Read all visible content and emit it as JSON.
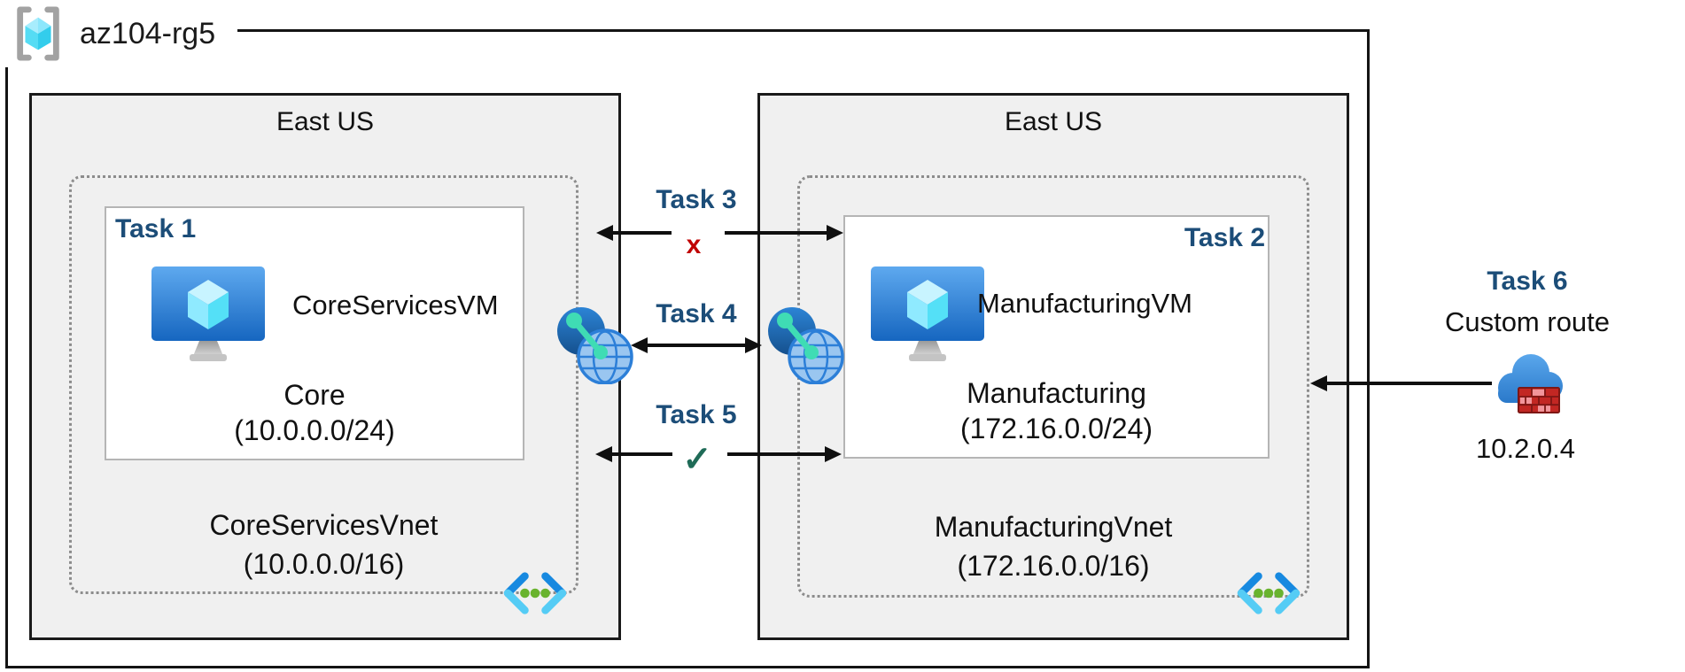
{
  "resource_group": {
    "label": "az104-rg5"
  },
  "regions": {
    "left": {
      "name": "East US",
      "vnet": {
        "name": "CoreServicesVnet",
        "cidr": "(10.0.0.0/16)"
      },
      "subnet": {
        "task": "Task 1",
        "vm": "CoreServicesVM",
        "name": "Core",
        "cidr": "(10.0.0.0/24)"
      }
    },
    "right": {
      "name": "East US",
      "vnet": {
        "name": "ManufacturingVnet",
        "cidr": "(172.16.0.0/16)"
      },
      "subnet": {
        "task": "Task 2",
        "vm": "ManufacturingVM",
        "name": "Manufacturing",
        "cidr": "(172.16.0.0/24)"
      }
    }
  },
  "connections": {
    "task3": {
      "label": "Task 3",
      "mark": "x"
    },
    "task4": {
      "label": "Task 4"
    },
    "task5": {
      "label": "Task 5",
      "mark": "✓"
    },
    "task6": {
      "label": "Task 6",
      "sublabel": "Custom route",
      "ip": "10.2.0.4"
    }
  },
  "icons": {
    "resource_group": "resource-group-icon",
    "vm": "virtual-machine-icon",
    "virtual_network": "virtual-network-icon",
    "peering": "network-peering-globe-icon",
    "custom_route": "firewall-cloud-icon"
  },
  "colors": {
    "task_label": "#1c4d78",
    "deny_mark": "#c00000",
    "allow_mark": "#1f6b57",
    "region_fill": "#f0f0f0",
    "vm_screen": "#1b6fd0",
    "cube_cyan": "#50e6ff",
    "vnet_dot_green": "#69b32e",
    "cloud_blue": "#2f7fd2",
    "firewall_red": "#c22723"
  }
}
